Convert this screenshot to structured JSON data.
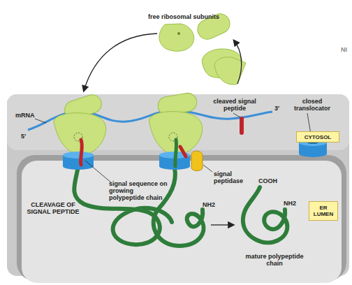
{
  "diagram": {
    "nodes": [
      {
        "text": [
          "CYTOSOL"
        ]
      },
      {
        "text": [
          "ER LUMEN"
        ]
      }
    ],
    "labels": [
      "free ribosomal subunits",
      "NI",
      "mRNA",
      "3'",
      "5'",
      "cleaved signal peptide",
      "closed translocator",
      "signal sequence on growing polypeptide chain",
      "signal peptidase",
      "CLEAVAGE OF SIGNAL PEPTIDE",
      "NH2",
      "COOH",
      "NH2",
      "mature polypeptide chain"
    ]
  }
}
